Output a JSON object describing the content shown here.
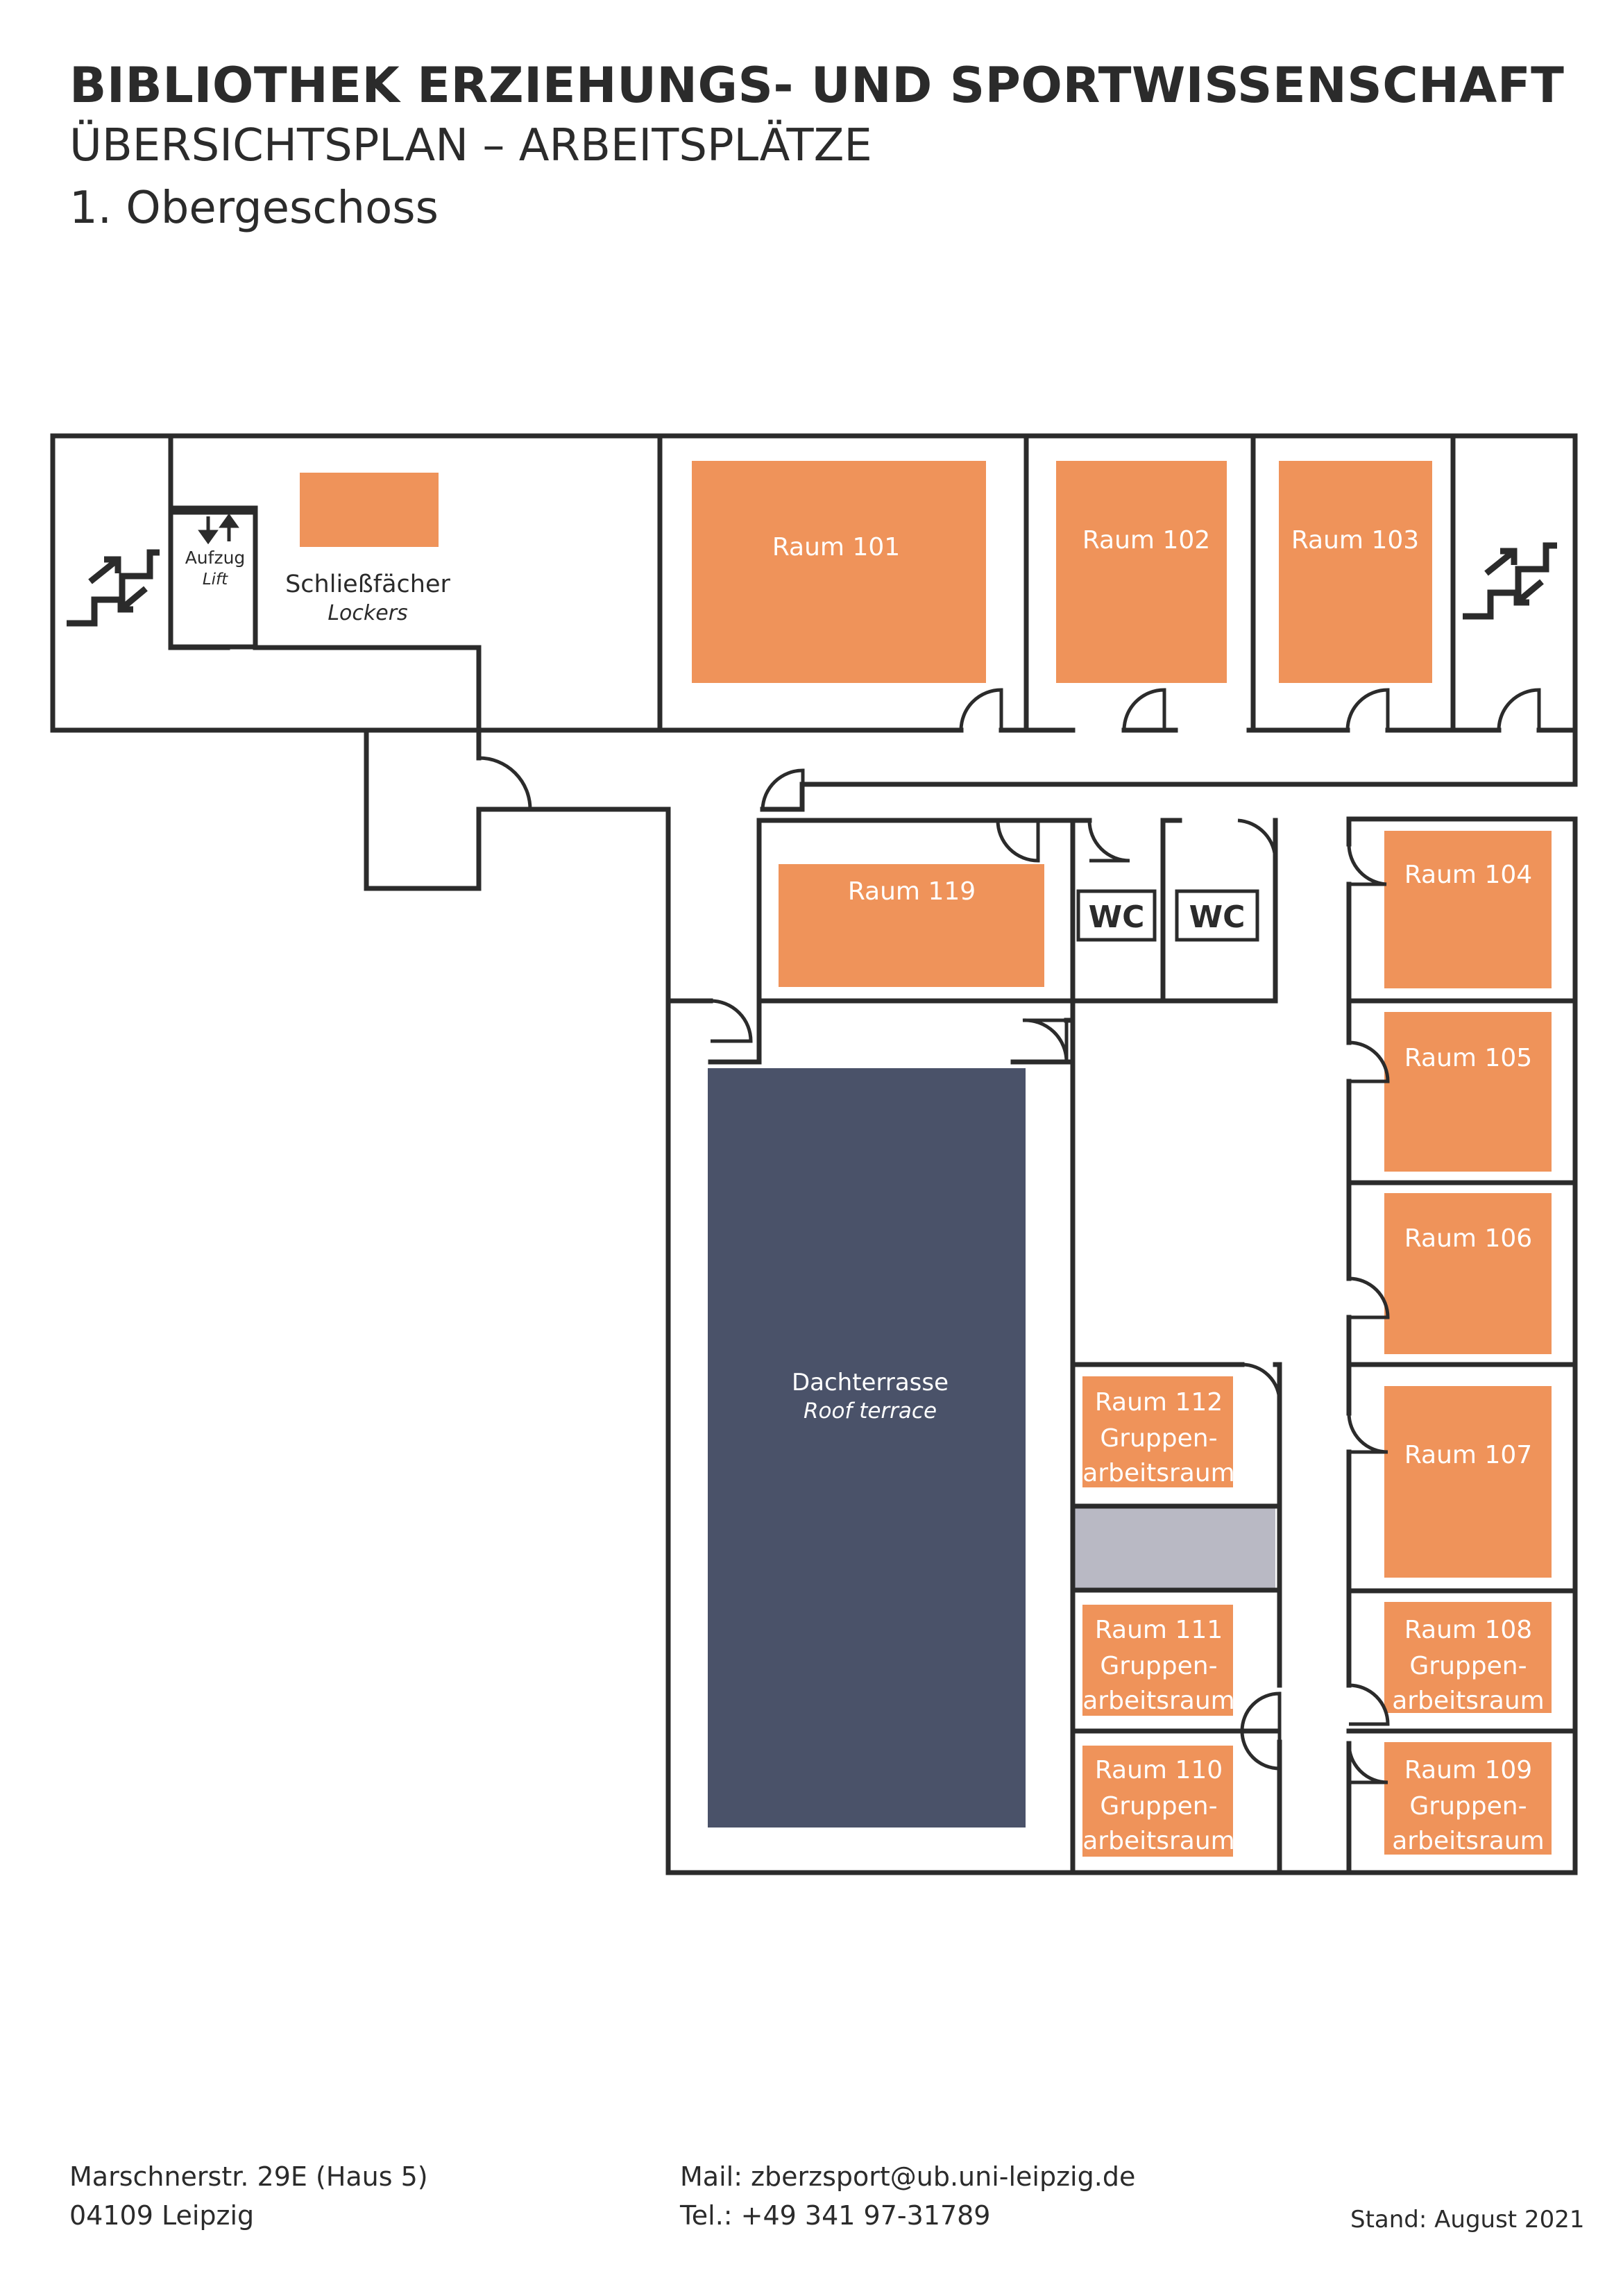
{
  "header": {
    "title": "BIBLIOTHEK ERZIEHUNGS- UND SPORTWISSENSCHAFT",
    "subtitle": "ÜBERSICHTSPLAN – ARBEITSPLÄTZE",
    "floor": "1. Obergeschoss"
  },
  "map": {
    "lockers": {
      "label": "Schließfächer",
      "label_en": "Lockers"
    },
    "lift": {
      "label": "Aufzug",
      "label_en": "Lift"
    },
    "terrace": {
      "label": "Dachterrasse",
      "label_en": "Roof terrace"
    },
    "wc_left": "WC",
    "wc_right": "WC",
    "rooms": {
      "r101": "Raum 101",
      "r102": "Raum 102",
      "r103": "Raum 103",
      "r104": "Raum 104",
      "r105": "Raum 105",
      "r106": "Raum 106",
      "r107": "Raum 107",
      "r119": "Raum 119",
      "r108": "Raum 108",
      "r109": "Raum 109",
      "r110": "Raum 110",
      "r111": "Raum 111",
      "r112": "Raum 112"
    },
    "group_room": {
      "line1": "Gruppen-",
      "line2": "arbeitsraum"
    },
    "colors": {
      "room": "#ef935a",
      "terrace": "#4a5269",
      "wall": "#2b2b2b",
      "shaft": "#b9b9c4"
    }
  },
  "footer": {
    "address_line1": "Marschnerstr. 29E (Haus 5)",
    "address_line2": "04109 Leipzig",
    "mail": "Mail: zberzsport@ub.uni-leipzig.de",
    "phone": "Tel.: +49 341 97-31789",
    "stand": "Stand: August 2021"
  }
}
